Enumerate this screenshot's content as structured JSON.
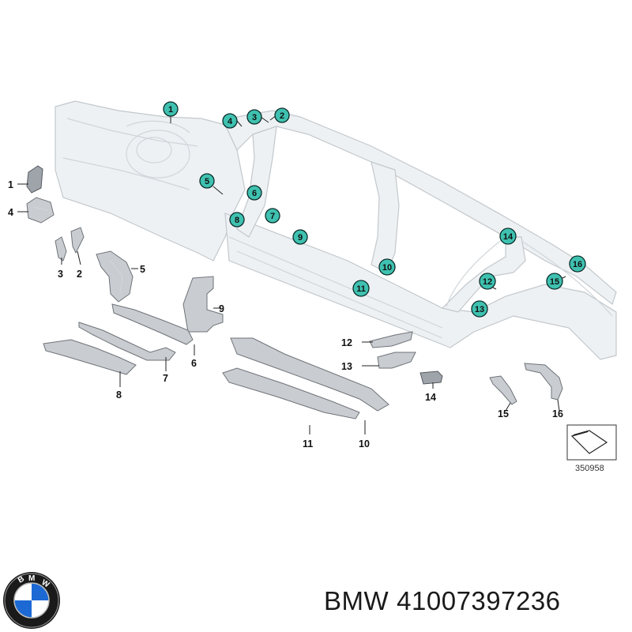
{
  "reference_number": "350958",
  "brand_name": "BMW",
  "part_number": "41007397236",
  "logo_text": "BMW",
  "colors": {
    "callout_fill": "#3fc1b0",
    "body_fill": "#eef1f3",
    "part_fill": "#c9cdd1",
    "logo_blue": "#1c69d4"
  },
  "callouts": [
    {
      "num": "1"
    },
    {
      "num": "4"
    },
    {
      "num": "3"
    },
    {
      "num": "2"
    },
    {
      "num": "5"
    },
    {
      "num": "6"
    },
    {
      "num": "8"
    },
    {
      "num": "7"
    },
    {
      "num": "9"
    },
    {
      "num": "10"
    },
    {
      "num": "11"
    },
    {
      "num": "14"
    },
    {
      "num": "16"
    },
    {
      "num": "12"
    },
    {
      "num": "15"
    },
    {
      "num": "13"
    }
  ],
  "part_labels": [
    {
      "num": "1"
    },
    {
      "num": "4"
    },
    {
      "num": "3"
    },
    {
      "num": "2"
    },
    {
      "num": "5"
    },
    {
      "num": "9"
    },
    {
      "num": "6"
    },
    {
      "num": "7"
    },
    {
      "num": "8"
    },
    {
      "num": "12"
    },
    {
      "num": "13"
    },
    {
      "num": "14"
    },
    {
      "num": "11"
    },
    {
      "num": "10"
    },
    {
      "num": "15"
    },
    {
      "num": "16"
    }
  ]
}
